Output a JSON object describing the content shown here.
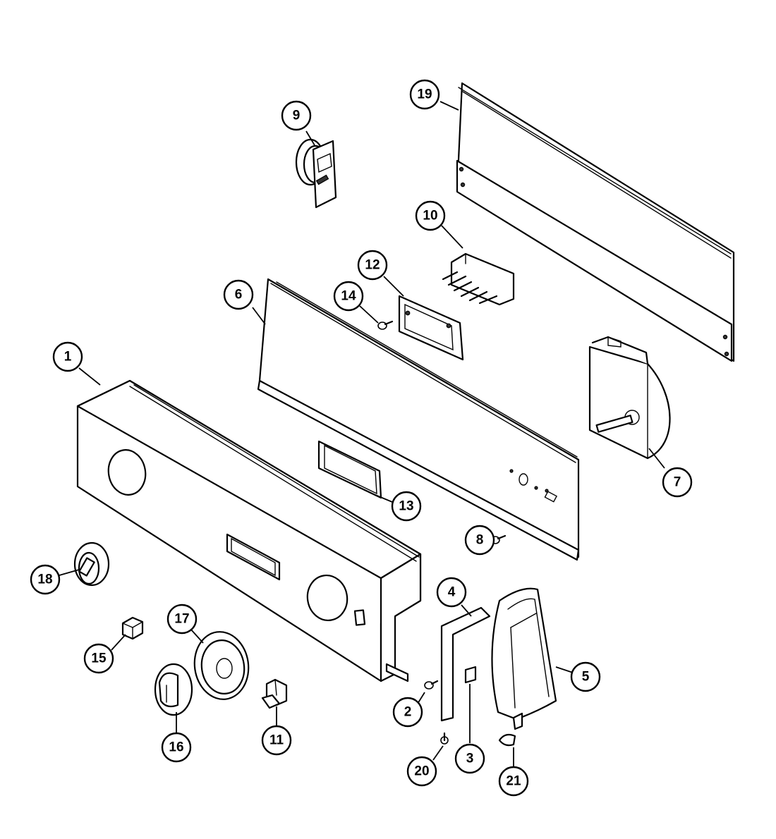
{
  "diagram": {
    "type": "exploded-parts-view",
    "callouts": [
      {
        "id": "c1",
        "label": "1"
      },
      {
        "id": "c2",
        "label": "2"
      },
      {
        "id": "c3",
        "label": "3"
      },
      {
        "id": "c4",
        "label": "4"
      },
      {
        "id": "c5",
        "label": "5"
      },
      {
        "id": "c6",
        "label": "6"
      },
      {
        "id": "c7",
        "label": "7"
      },
      {
        "id": "c8",
        "label": "8"
      },
      {
        "id": "c9",
        "label": "9"
      },
      {
        "id": "c10",
        "label": "10"
      },
      {
        "id": "c11",
        "label": "11"
      },
      {
        "id": "c12",
        "label": "12"
      },
      {
        "id": "c13",
        "label": "13"
      },
      {
        "id": "c14",
        "label": "14"
      },
      {
        "id": "c15",
        "label": "15"
      },
      {
        "id": "c16",
        "label": "16"
      },
      {
        "id": "c17",
        "label": "17"
      },
      {
        "id": "c18",
        "label": "18"
      },
      {
        "id": "c19",
        "label": "19"
      },
      {
        "id": "c20",
        "label": "20"
      },
      {
        "id": "c21",
        "label": "21"
      }
    ],
    "colors": {
      "line": "#000000",
      "background": "#ffffff"
    }
  }
}
